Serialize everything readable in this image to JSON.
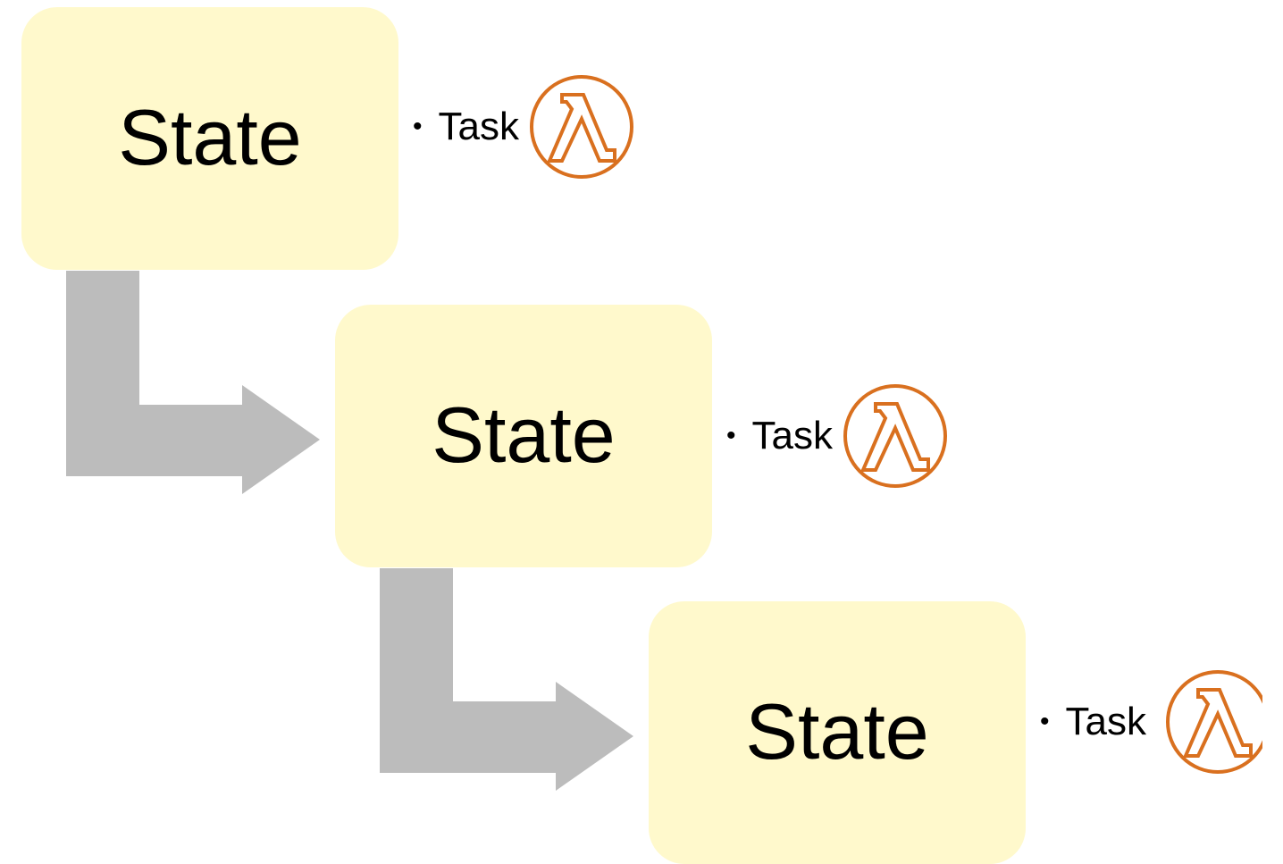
{
  "states": [
    {
      "label": "State",
      "task": {
        "bullet": "•",
        "label": "Task",
        "icon": "lambda-icon"
      }
    },
    {
      "label": "State",
      "task": {
        "bullet": "•",
        "label": "Task",
        "icon": "lambda-icon"
      }
    },
    {
      "label": "State",
      "task": {
        "bullet": "•",
        "label": "Task",
        "icon": "lambda-icon"
      }
    }
  ],
  "colors": {
    "state_fill": "#fff9cc",
    "arrow": "#bcbcbc",
    "lambda": "#d9701f",
    "text": "#000000"
  }
}
